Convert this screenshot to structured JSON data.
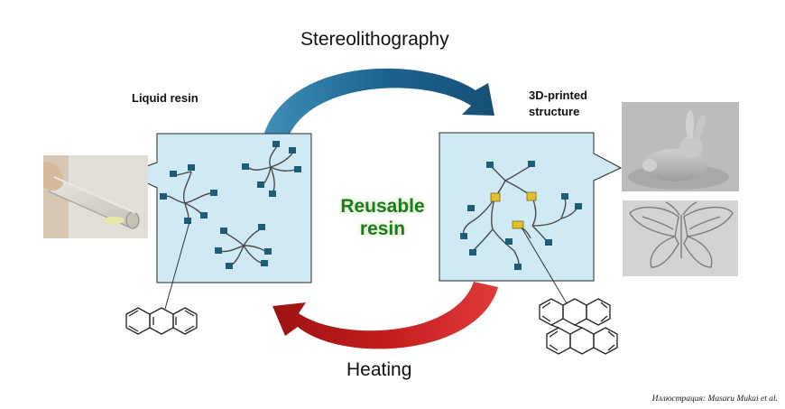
{
  "labels": {
    "top_process": "Stereolithography",
    "bottom_process": "Heating",
    "left_state": "Liquid resin",
    "right_state_line1": "3D-printed",
    "right_state_line2": "structure",
    "center_line1": "Reusable",
    "center_line2": "resin",
    "credit": "Иллюстрация: Masaru Mukai et al."
  },
  "colors": {
    "panel_fill": "#cfeaf5",
    "top_arrow": "#1d5f87",
    "bottom_arrow": "#c01b1b",
    "monomer_end": "#1f5c77",
    "crosslink": "#e2c12c",
    "center_text": "#1f7a1f"
  },
  "photos": [
    "vial-of-liquid-resin",
    "printed-bunny",
    "printed-butterfly"
  ]
}
